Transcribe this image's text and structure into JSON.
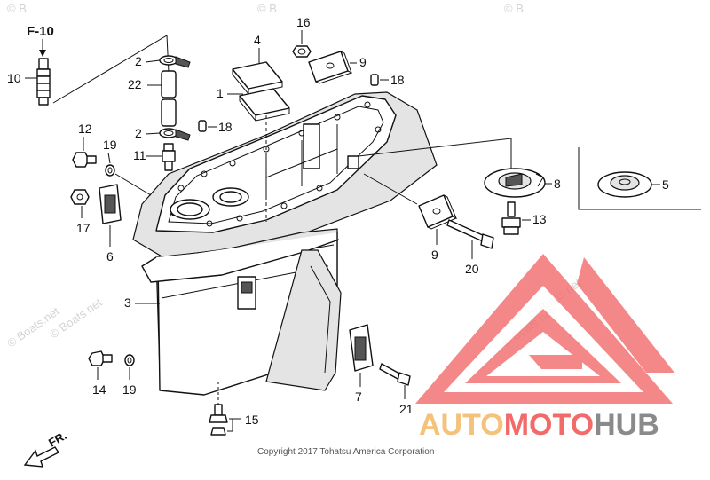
{
  "section_ref": "F-10",
  "direction_label": "FR.",
  "copyright": "Copyright 2017 Tohatsu America Corporation",
  "watermarks": {
    "boats_net": "© Boats.net",
    "boats_net_partial": "© Boats net",
    "corner": "© B"
  },
  "brand": {
    "part1": "AUTO",
    "part2": "MOTO",
    "part3": "HUB",
    "color_auto": "#f4c27a",
    "color_moto": "#f26b6b",
    "color_hub": "#8a8a8a",
    "logo_color": "#f26b6b"
  },
  "callouts": {
    "c1": "1",
    "c2a": "2",
    "c2b": "2",
    "c3": "3",
    "c4": "4",
    "c5": "5",
    "c6": "6",
    "c7": "7",
    "c8": "8",
    "c9a": "9",
    "c9b": "9",
    "c10": "10",
    "c11": "11",
    "c12": "12",
    "c13": "13",
    "c14": "14",
    "c15": "15",
    "c16": "16",
    "c17": "17",
    "c18a": "18",
    "c18b": "18",
    "c19a": "19",
    "c19b": "19",
    "c20": "20",
    "c21": "21",
    "c22": "22"
  }
}
